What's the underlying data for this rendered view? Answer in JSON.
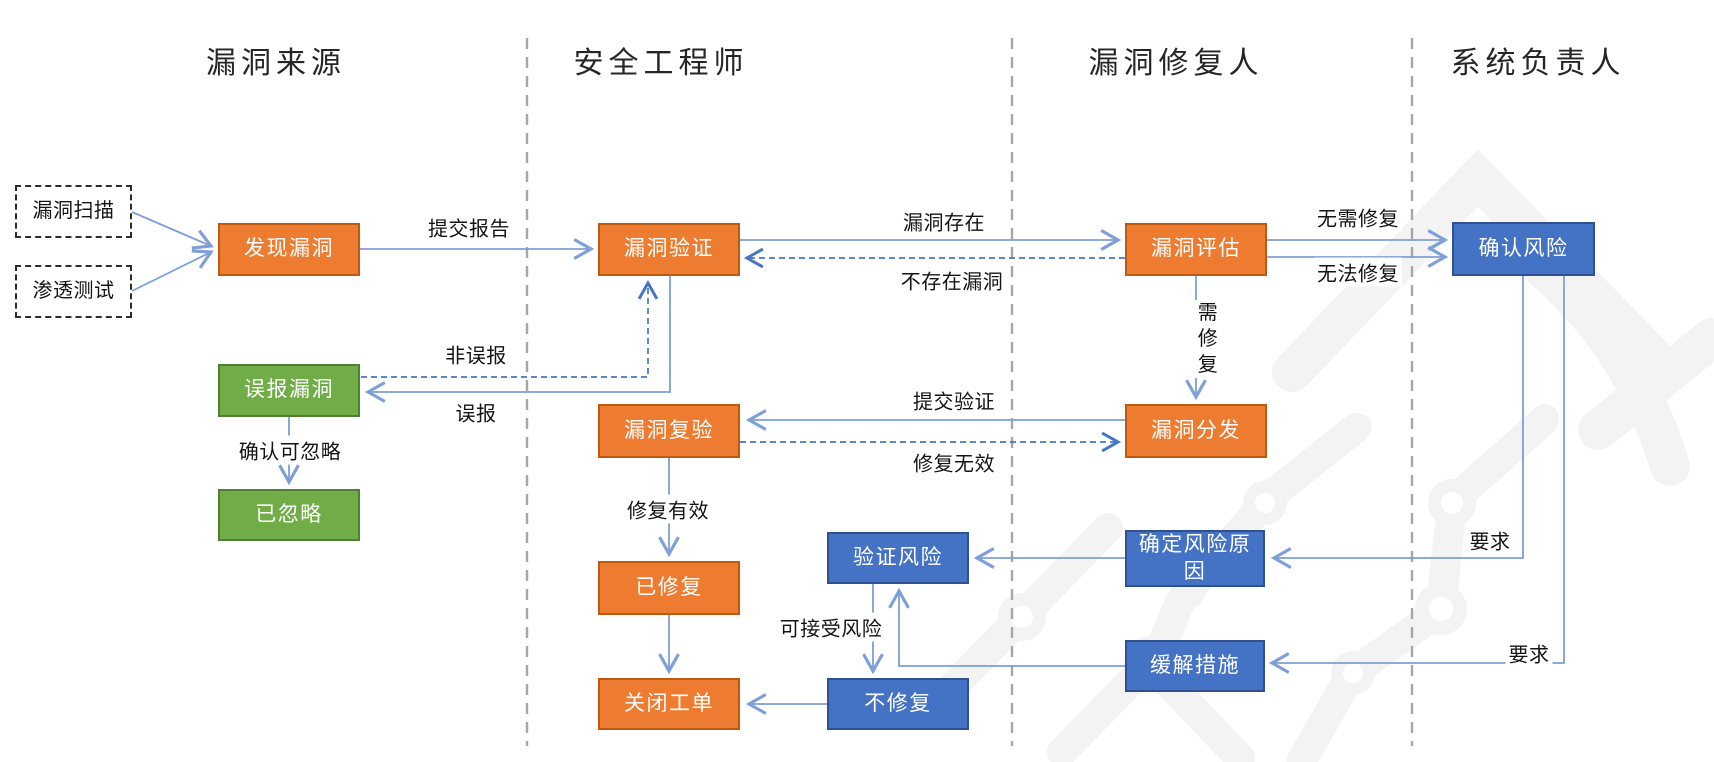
{
  "diagram_type": "swimlane-flowchart",
  "lanes": [
    {
      "label": "漏洞来源"
    },
    {
      "label": "安全工程师"
    },
    {
      "label": "漏洞修复人"
    },
    {
      "label": "系统负责人"
    }
  ],
  "nodes": {
    "vuln_scan": {
      "label": "漏洞扫描",
      "shape": "dashed-box",
      "lane": "漏洞来源"
    },
    "pen_test": {
      "label": "渗透测试",
      "shape": "dashed-box",
      "lane": "漏洞来源"
    },
    "discover": {
      "label": "发现漏洞",
      "shape": "orange-box",
      "lane": "漏洞来源"
    },
    "false_positive": {
      "label": "误报漏洞",
      "shape": "green-box",
      "lane": "漏洞来源"
    },
    "ignored": {
      "label": "已忽略",
      "shape": "green-box",
      "lane": "漏洞来源"
    },
    "verify": {
      "label": "漏洞验证",
      "shape": "orange-box",
      "lane": "安全工程师"
    },
    "recheck": {
      "label": "漏洞复验",
      "shape": "orange-box",
      "lane": "安全工程师"
    },
    "fixed": {
      "label": "已修复",
      "shape": "orange-box",
      "lane": "安全工程师"
    },
    "close_ticket": {
      "label": "关闭工单",
      "shape": "orange-box",
      "lane": "安全工程师"
    },
    "validate_risk": {
      "label": "验证风险",
      "shape": "blue-box",
      "lane": "安全工程师"
    },
    "no_fix": {
      "label": "不修复",
      "shape": "blue-box",
      "lane": "安全工程师"
    },
    "assess": {
      "label": "漏洞评估",
      "shape": "orange-box",
      "lane": "漏洞修复人"
    },
    "dispatch": {
      "label": "漏洞分发",
      "shape": "orange-box",
      "lane": "漏洞修复人"
    },
    "risk_cause": {
      "label": "确定风险原因",
      "shape": "blue-box",
      "lane": "漏洞修复人"
    },
    "mitigation": {
      "label": "缓解措施",
      "shape": "blue-box",
      "lane": "漏洞修复人"
    },
    "confirm_risk": {
      "label": "确认风险",
      "shape": "blue-box",
      "lane": "系统负责人"
    }
  },
  "edge_labels": {
    "submit_report": "提交报告",
    "vuln_exists": "漏洞存在",
    "vuln_not_exist": "不存在漏洞",
    "no_need_fix": "无需修复",
    "cannot_fix": "无法修复",
    "need_fix": "需修复",
    "not_false_positive": "非误报",
    "false_positive": "误报",
    "confirm_ignorable": "确认可忽略",
    "submit_verify": "提交验证",
    "fix_invalid": "修复无效",
    "fix_valid": "修复有效",
    "acceptable_risk": "可接受风险",
    "require_top": "要求",
    "require_bottom": "要求"
  },
  "edges": [
    {
      "from": "漏洞扫描",
      "to": "发现漏洞",
      "label": "",
      "style": "solid"
    },
    {
      "from": "渗透测试",
      "to": "发现漏洞",
      "label": "",
      "style": "solid"
    },
    {
      "from": "发现漏洞",
      "to": "漏洞验证",
      "label": "提交报告",
      "style": "solid"
    },
    {
      "from": "漏洞验证",
      "to": "漏洞评估",
      "label": "漏洞存在",
      "style": "solid"
    },
    {
      "from": "漏洞评估",
      "to": "漏洞验证",
      "label": "不存在漏洞",
      "style": "dashed"
    },
    {
      "from": "漏洞评估",
      "to": "确认风险",
      "label": "无需修复",
      "style": "solid"
    },
    {
      "from": "漏洞评估",
      "to": "确认风险",
      "label": "无法修复",
      "style": "solid"
    },
    {
      "from": "漏洞评估",
      "to": "漏洞分发",
      "label": "需修复",
      "style": "solid"
    },
    {
      "from": "误报漏洞",
      "to": "漏洞验证",
      "label": "非误报",
      "style": "dashed"
    },
    {
      "from": "漏洞验证",
      "to": "误报漏洞",
      "label": "误报",
      "style": "solid"
    },
    {
      "from": "误报漏洞",
      "to": "已忽略",
      "label": "确认可忽略",
      "style": "solid"
    },
    {
      "from": "漏洞分发",
      "to": "漏洞复验",
      "label": "提交验证",
      "style": "solid"
    },
    {
      "from": "漏洞复验",
      "to": "漏洞分发",
      "label": "修复无效",
      "style": "dashed"
    },
    {
      "from": "漏洞复验",
      "to": "已修复",
      "label": "修复有效",
      "style": "solid"
    },
    {
      "from": "已修复",
      "to": "关闭工单",
      "label": "",
      "style": "solid"
    },
    {
      "from": "不修复",
      "to": "关闭工单",
      "label": "",
      "style": "solid"
    },
    {
      "from": "验证风险",
      "to": "不修复",
      "label": "可接受风险",
      "style": "solid"
    },
    {
      "from": "确定风险原因",
      "to": "验证风险",
      "label": "",
      "style": "solid"
    },
    {
      "from": "缓解措施",
      "to": "验证风险",
      "label": "",
      "style": "solid"
    },
    {
      "from": "确认风险",
      "to": "确定风险原因",
      "label": "要求",
      "style": "solid"
    },
    {
      "from": "确认风险",
      "to": "缓解措施",
      "label": "要求",
      "style": "solid"
    }
  ],
  "colors": {
    "orange_fill": "#ED7C31",
    "orange_border": "#C05A11",
    "blue_fill": "#4472C4",
    "blue_border": "#2F528F",
    "green_fill": "#70AD47",
    "green_border": "#507E32",
    "connector_solid": "#7E9FD7",
    "connector_dashed": "#4576C6",
    "lane_divider": "#A6A6A6",
    "watermark": "#F3F3F3",
    "background": "#FFFFFF"
  }
}
